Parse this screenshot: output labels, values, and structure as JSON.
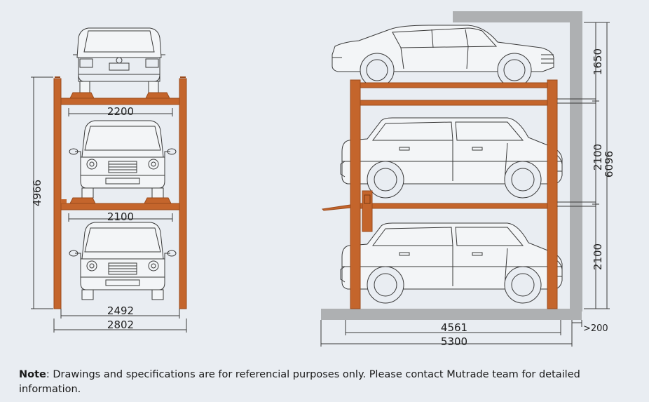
{
  "front_view": {
    "dims": {
      "platform_top": "2200",
      "platform_mid": "2100",
      "inner_width": "2492",
      "outer_width": "2802",
      "height": "4966"
    }
  },
  "side_view": {
    "dims": {
      "top_level": "1650",
      "mid_level": "2100",
      "bottom_level": "2100",
      "total_height": "6096",
      "platform_length": "4561",
      "pit_length": "5300",
      "wall_gap": ">200"
    }
  },
  "note": {
    "label": "Note",
    "text": ": Drawings and specifications are for referencial purposes only. Please contact Mutrade team for detailed information."
  },
  "colors": {
    "steel": "#c4652c",
    "steel_dark": "#9a4a1c",
    "wall": "#aeb0b2",
    "line": "#3a3a3a",
    "background": "#e9edf2"
  }
}
